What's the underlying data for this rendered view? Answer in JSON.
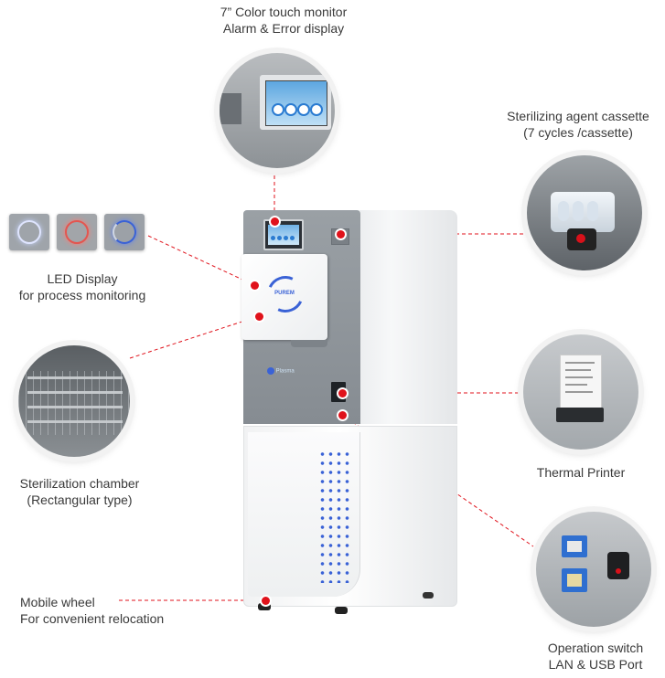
{
  "callouts": {
    "monitor": {
      "line1": "7” Color touch monitor",
      "line2": "Alarm & Error display"
    },
    "cassette": {
      "line1": "Sterilizing agent cassette",
      "line2": "(7 cycles /cassette)"
    },
    "led": {
      "line1": "LED Display",
      "line2": "for process monitoring"
    },
    "chamber": {
      "line1": "Sterilization chamber",
      "line2": "(Rectangular type)"
    },
    "printer": {
      "line1": "Thermal Printer"
    },
    "wheel": {
      "line1": "Mobile wheel",
      "line2": "For convenient relocation"
    },
    "switch": {
      "line1": "Operation switch",
      "line2": "LAN & USB Port"
    }
  },
  "device": {
    "door_logo": "PUREM",
    "brand": "Plasma"
  },
  "colors": {
    "accent_red": "#e0121b",
    "panel_gray": "#8e9499",
    "body_white": "#f4f5f6",
    "led_blue": "#3a62d6",
    "led_red": "#e4554f"
  }
}
